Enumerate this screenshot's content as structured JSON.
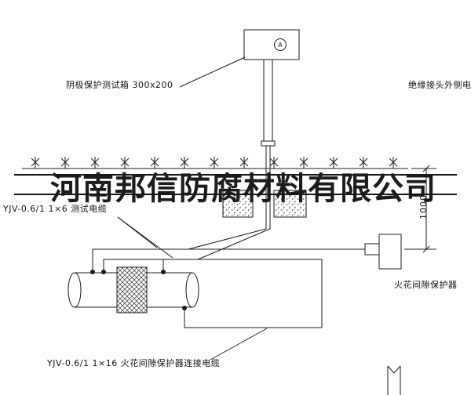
{
  "watermark": {
    "text": "河南邦信防腐材料有限公司"
  },
  "test_box": {
    "label": "阴极保护测试箱 300x200",
    "meter_letter": "A"
  },
  "labels": {
    "insulated_joint": "绝缘接头外侧电缆",
    "test_cable": "YJV-0.6/1  1×6  测试电缆",
    "spark_gap": "火花间隙保护器",
    "spark_cable": "YJV-0.6/1  1×16  火花间隙保护器连接电缆",
    "dimension": "1000"
  },
  "colors": {
    "line": "#1a1a1a",
    "background": "#ffffff"
  }
}
